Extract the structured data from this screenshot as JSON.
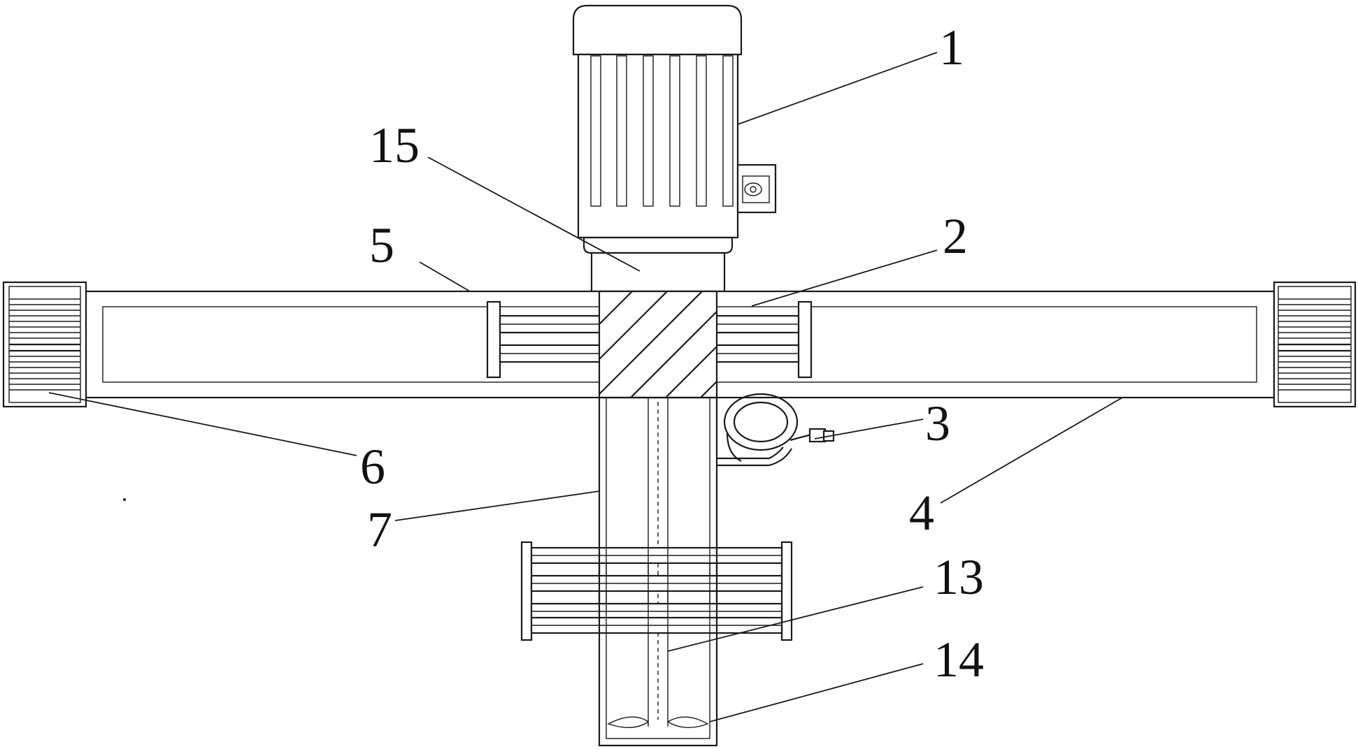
{
  "labels": {
    "l1": "1",
    "l2": "2",
    "l3": "3",
    "l4": "4",
    "l5": "5",
    "l6": "6",
    "l7": "7",
    "l13": "13",
    "l14": "14",
    "l15": "15"
  }
}
